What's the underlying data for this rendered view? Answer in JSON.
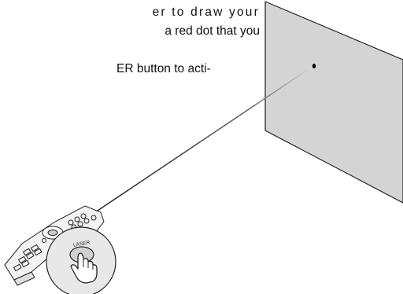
{
  "text": {
    "line1": "er to draw your",
    "line2": "a red dot that you",
    "line3": "ER button to acti-"
  },
  "illustration": {
    "button_label": "LASER",
    "screen_color": "#d4d4d4",
    "laser_dot_color": "#000000",
    "remote_color": "#f2f2f2",
    "outline_color": "#222222"
  }
}
